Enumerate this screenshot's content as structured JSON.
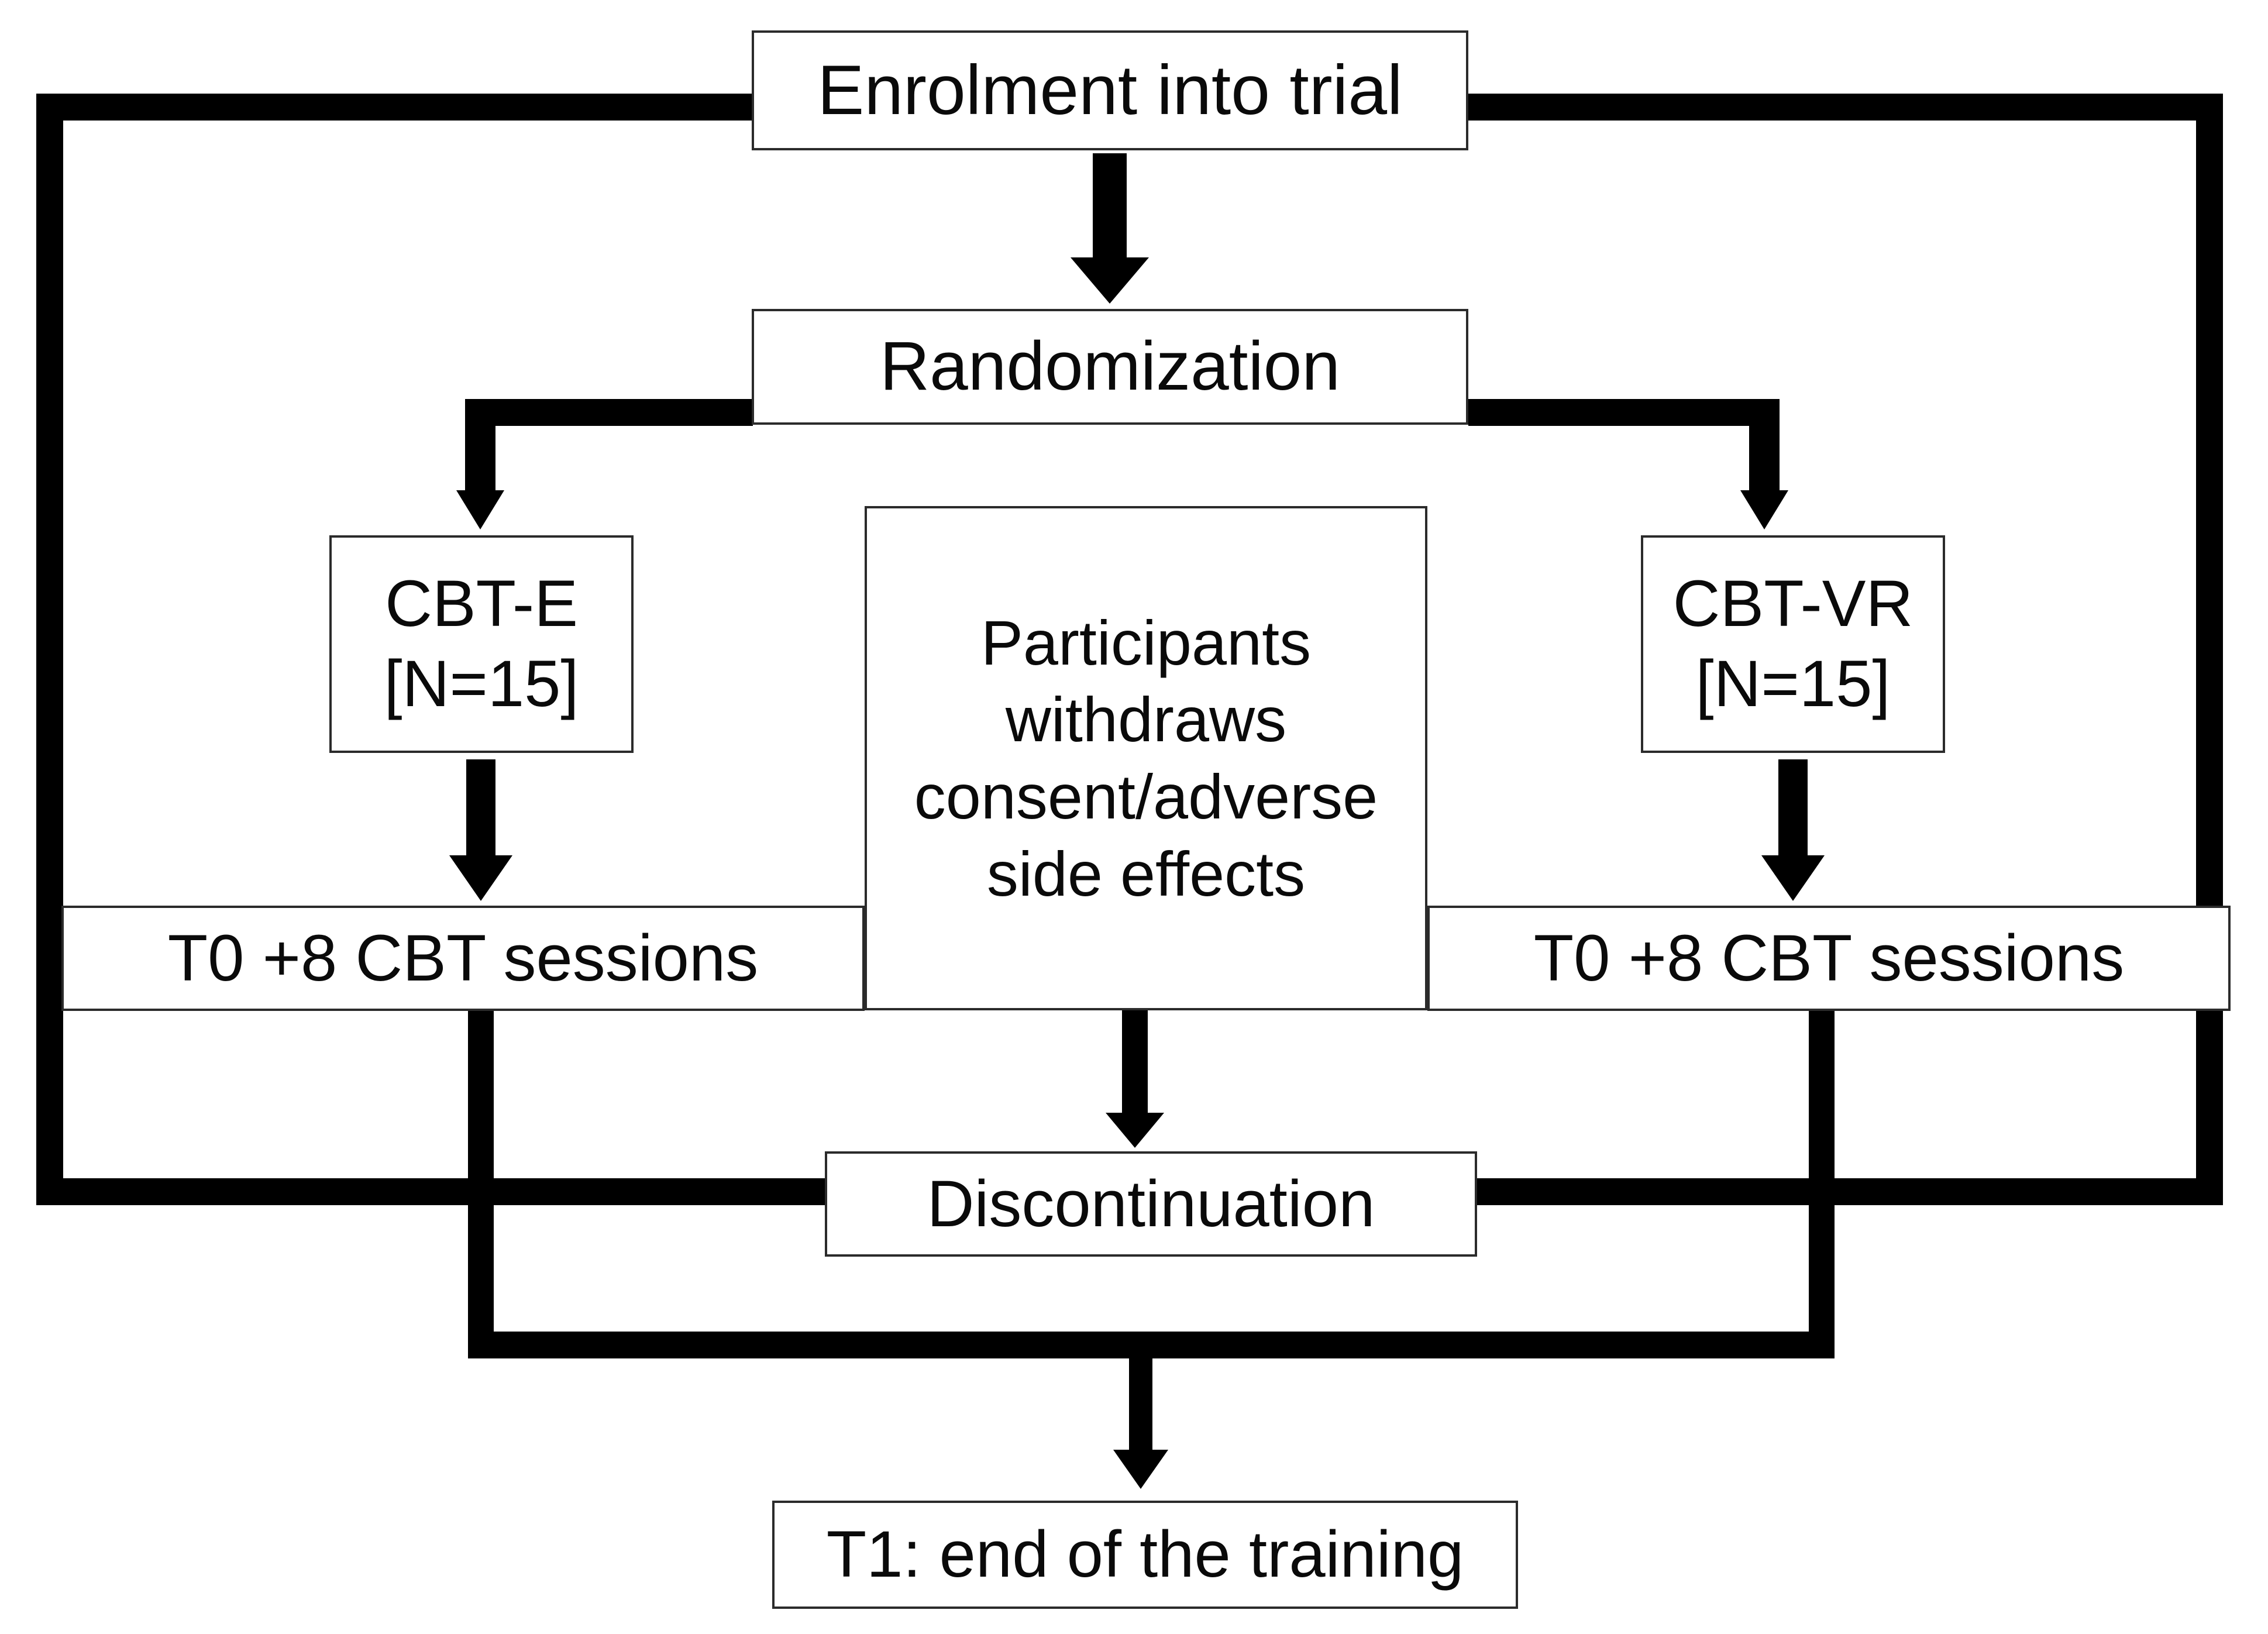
{
  "diagram": {
    "type": "flowchart",
    "title": "CONSORT-style randomized trial flow diagram",
    "colors": {
      "background": "#ffffff",
      "box_border": "#2b2b2b",
      "connector": "#000000",
      "text": "#0a0a0a"
    },
    "nodes": [
      {
        "id": "enrolment",
        "label": "Enrolment into trial"
      },
      {
        "id": "randomization",
        "label": "Randomization"
      },
      {
        "id": "cbt_e",
        "label": "CBT-E\n[N=15]"
      },
      {
        "id": "withdrawal",
        "label": "Participants\nwithdraws\nconsent/adverse\nside effects"
      },
      {
        "id": "cbt_vr",
        "label": "CBT-VR\n[N=15]"
      },
      {
        "id": "t0_sessions_left",
        "label": "T0 +8 CBT sessions"
      },
      {
        "id": "t0_sessions_right",
        "label": "T0 +8 CBT sessions"
      },
      {
        "id": "discontinuation",
        "label": "Discontinuation"
      },
      {
        "id": "t1_end",
        "label": "T1: end of the training"
      }
    ],
    "edges": [
      {
        "from": "enrolment",
        "to": "randomization",
        "style": "arrow-down"
      },
      {
        "from": "randomization",
        "to": "cbt_e",
        "style": "elbow-left-down-arrow"
      },
      {
        "from": "randomization",
        "to": "cbt_vr",
        "style": "elbow-right-down-arrow"
      },
      {
        "from": "cbt_e",
        "to": "t0_sessions_left",
        "style": "arrow-down"
      },
      {
        "from": "cbt_vr",
        "to": "t0_sessions_right",
        "style": "arrow-down"
      },
      {
        "from": "withdrawal",
        "to": "discontinuation",
        "style": "tee-then-arrow-down"
      },
      {
        "from": "enrolment",
        "to": "discontinuation",
        "style": "left-bracket"
      },
      {
        "from": "enrolment",
        "to": "discontinuation",
        "style": "right-bracket"
      },
      {
        "from": "t0_sessions_left",
        "to": "t1_end",
        "style": "bottom-bracket-left"
      },
      {
        "from": "t0_sessions_right",
        "to": "t1_end",
        "style": "bottom-bracket-right"
      },
      {
        "from": "bottom-junction",
        "to": "t1_end",
        "style": "arrow-down"
      }
    ],
    "counts": {
      "cbt_e_n": 15,
      "cbt_vr_n": 15,
      "sessions": 8
    }
  }
}
